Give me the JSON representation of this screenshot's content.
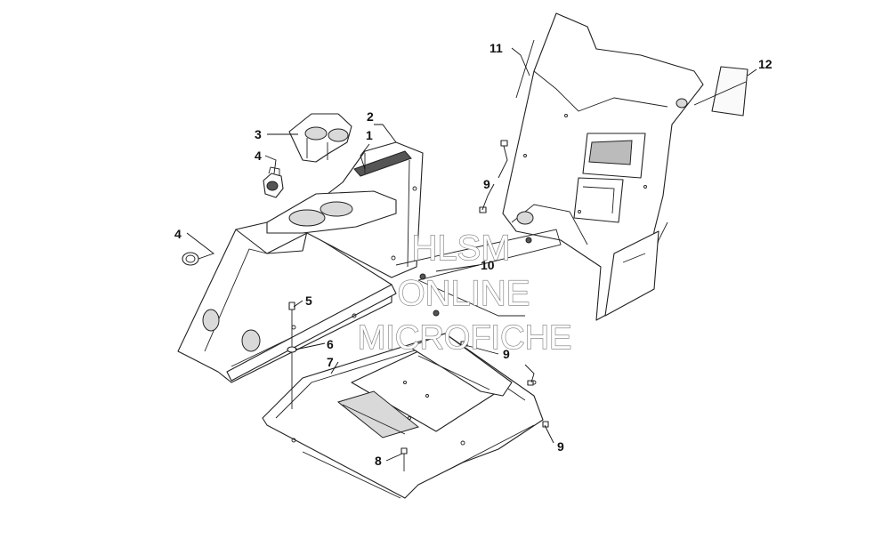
{
  "watermark": {
    "line1": "HLSM",
    "line2": "ONLINE",
    "line3": "MICROFICHE"
  },
  "callouts": {
    "c1": "1",
    "c2": "2",
    "c3": "3",
    "c4a": "4",
    "c4b": "4",
    "c5": "5",
    "c6": "6",
    "c7": "7",
    "c8": "8",
    "c9a": "9",
    "c9b": "9",
    "c9c": "9",
    "c10": "10",
    "c11": "11",
    "c12": "12"
  }
}
